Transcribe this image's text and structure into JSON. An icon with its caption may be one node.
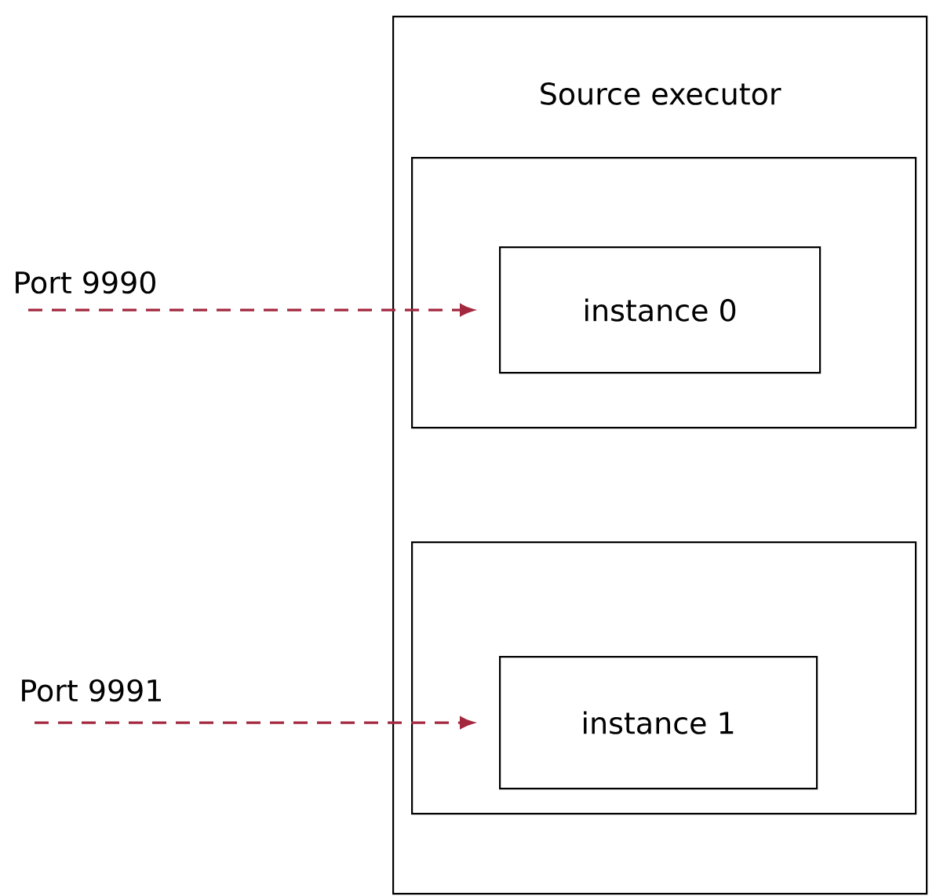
{
  "diagram": {
    "nodes": [
      {
        "text": [
          "Source executor"
        ]
      },
      {
        "text": [],
        "shape": "box",
        "in": 0
      },
      {
        "text": [
          "instance 0"
        ],
        "in": 1
      },
      {
        "text": [],
        "shape": "box",
        "in": 0
      },
      {
        "text": [
          "instance 1"
        ],
        "in": 3
      }
    ],
    "edges": [
      {
        "from": null,
        "to": 2,
        "arrow": "to",
        "style": "dashed",
        "label": "Port 9990"
      },
      {
        "from": null,
        "to": 4,
        "arrow": "to",
        "style": "dashed",
        "label": "Port 9991"
      }
    ]
  }
}
